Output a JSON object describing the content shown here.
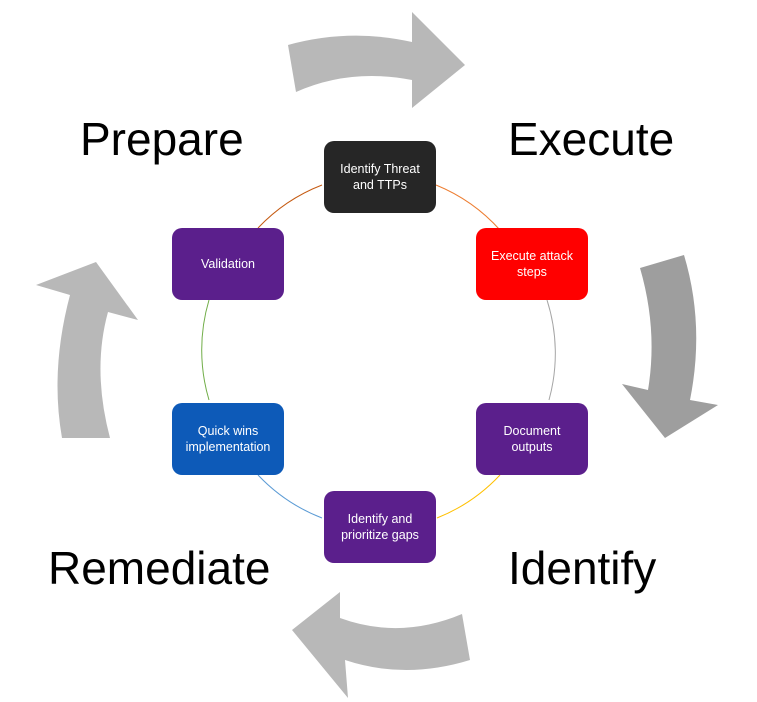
{
  "phases": {
    "prepare": "Prepare",
    "execute": "Execute",
    "identify": "Identify",
    "remediate": "Remediate"
  },
  "steps": [
    {
      "label": "Identify Threat and TTPs",
      "color": "#262626"
    },
    {
      "label": "Execute attack steps",
      "color": "#ff0000"
    },
    {
      "label": "Document outputs",
      "color": "#5b1f8c"
    },
    {
      "label": "Identify and prioritize gaps",
      "color": "#5b1f8c"
    },
    {
      "label": "Quick wins implementation",
      "color": "#0d5ab8"
    },
    {
      "label": "Validation",
      "color": "#5b1f8c"
    }
  ],
  "colors": {
    "arrow": "#b8b8b8",
    "arrow_dark": "#9e9e9e",
    "connector_top_right": "#ed7d31",
    "connector_right": "#a5a5a5",
    "connector_bottom_right": "#ffc000",
    "connector_bottom_left": "#5b9bd5",
    "connector_left": "#70ad47",
    "connector_top_left": "#c55a11"
  }
}
